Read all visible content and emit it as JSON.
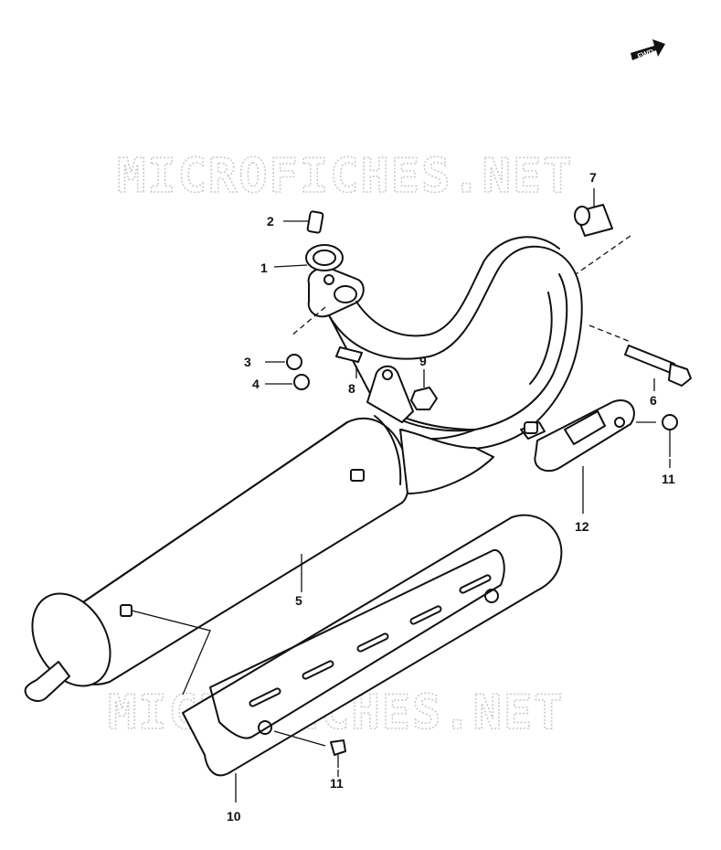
{
  "watermark": "MICROFICHES.NET",
  "fwd_badge": "FWD",
  "parts": [
    {
      "number": "1"
    },
    {
      "number": "2"
    },
    {
      "number": "3"
    },
    {
      "number": "4"
    },
    {
      "number": "5"
    },
    {
      "number": "6"
    },
    {
      "number": "7"
    },
    {
      "number": "8"
    },
    {
      "number": "9"
    },
    {
      "number": "10"
    },
    {
      "number": "11"
    },
    {
      "number": "11"
    },
    {
      "number": "12"
    }
  ]
}
